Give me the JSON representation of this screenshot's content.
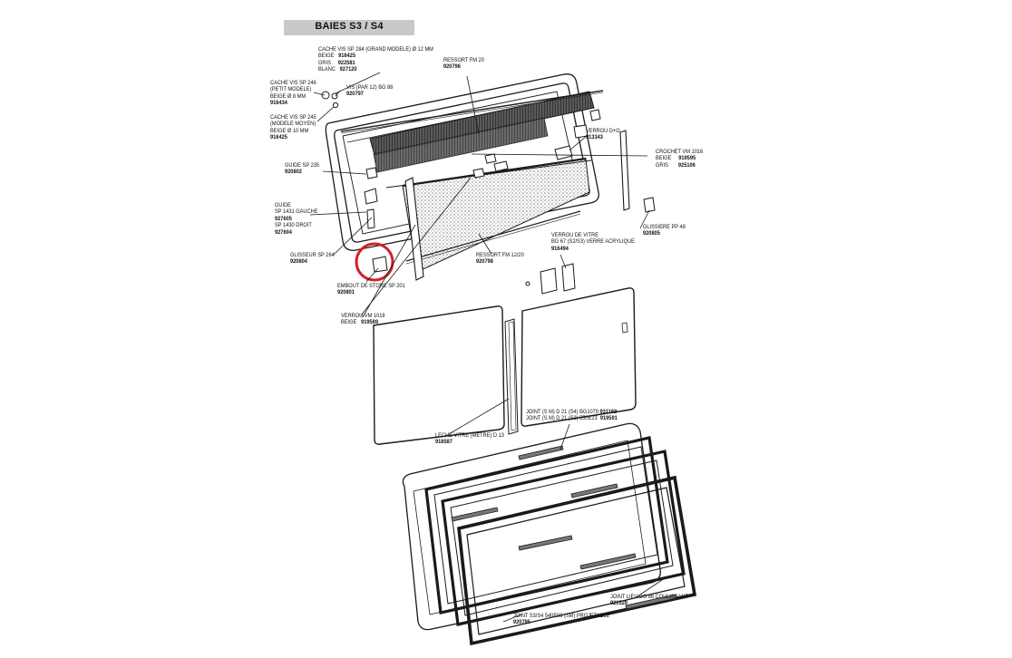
{
  "title": "BAIES S3 / S4",
  "colors": {
    "highlight_circle": "#d21f2b",
    "title_box": "#c9c9c9",
    "ink": "#1a1a1a"
  },
  "labels": {
    "cache_vis_284": {
      "l1": "CACHE VIS SP 284 (GRAND MODELE) Ø 12 MM",
      "l2": "BEIGE",
      "v2": "916425",
      "l3": "GRIS",
      "v3": "922581",
      "l4": "BLANC",
      "v4": "927120"
    },
    "cache_vis_246": {
      "l1": "CACHE VIS SP 246",
      "l2": "(PETIT MODELE)",
      "l3": "BEIGE Ø 8 MM",
      "code": "916434"
    },
    "vis": {
      "l1": "VIS (PAR 12) BG 88",
      "code": "920797"
    },
    "cache_vis_245": {
      "l1": "CACHE VIS SP 245",
      "l2": "(MODELE MOYEN)",
      "l3": "BEIGE Ø 10 MM",
      "code": "916425"
    },
    "ressort_fm20": {
      "l1": "RESSORT FM 20",
      "code": "920796"
    },
    "verrou_dg": {
      "l1": "VERROU D+G",
      "code": "913343"
    },
    "crochet": {
      "l1": "CROCHET VM 1016",
      "l2": "BEIGE",
      "v2": "919595",
      "l3": "GRIS",
      "v3": "925106"
    },
    "guide_235": {
      "l1": "GUIDE SP 235",
      "code": "920802"
    },
    "guide": {
      "l1": "GUIDE",
      "l2": "SP 1431 GAUCHE",
      "v2": "927605",
      "l3": "SP 1430 DROIT",
      "v3": "927604"
    },
    "glissiere": {
      "l1": "GLISSIERE PP 48",
      "code": "920805"
    },
    "glisseur": {
      "l1": "GLISSEUR SP 264",
      "code": "920804"
    },
    "verrou_vitre": {
      "l1": "VERROU DE VITRE",
      "l2": "BG 67 (S2/S3) VERRE ACRYLIQUE",
      "code": "916494"
    },
    "ressort_fm12": {
      "l1": "RESSORT FM 12/20",
      "code": "920798"
    },
    "embout": {
      "l1": "EMBOUT DE STORE SP 201",
      "code": "920801"
    },
    "verrou_vm1018": {
      "l1": "VERROU VM 1018",
      "l2": "BEIGE",
      "v2": "919589"
    },
    "leche_vitre": {
      "l1": "LECHE VITRE (METRE) D 13",
      "code": "918587"
    },
    "joint_s": {
      "l1": "JOINT (S M) D 21 (S4) BG1079",
      "v1": "931168",
      "l2": "JOINT (S M) D 21 (S3) 550E23",
      "v2": "919591"
    },
    "joint_lieu": {
      "l1": "JOINT LIEU BG 86 COULISSANT",
      "code": "921529"
    },
    "joint_s3s4": {
      "l1": "JOINT S3/S4 540E06 (SM) PROJETABLE",
      "code": "920795"
    }
  }
}
